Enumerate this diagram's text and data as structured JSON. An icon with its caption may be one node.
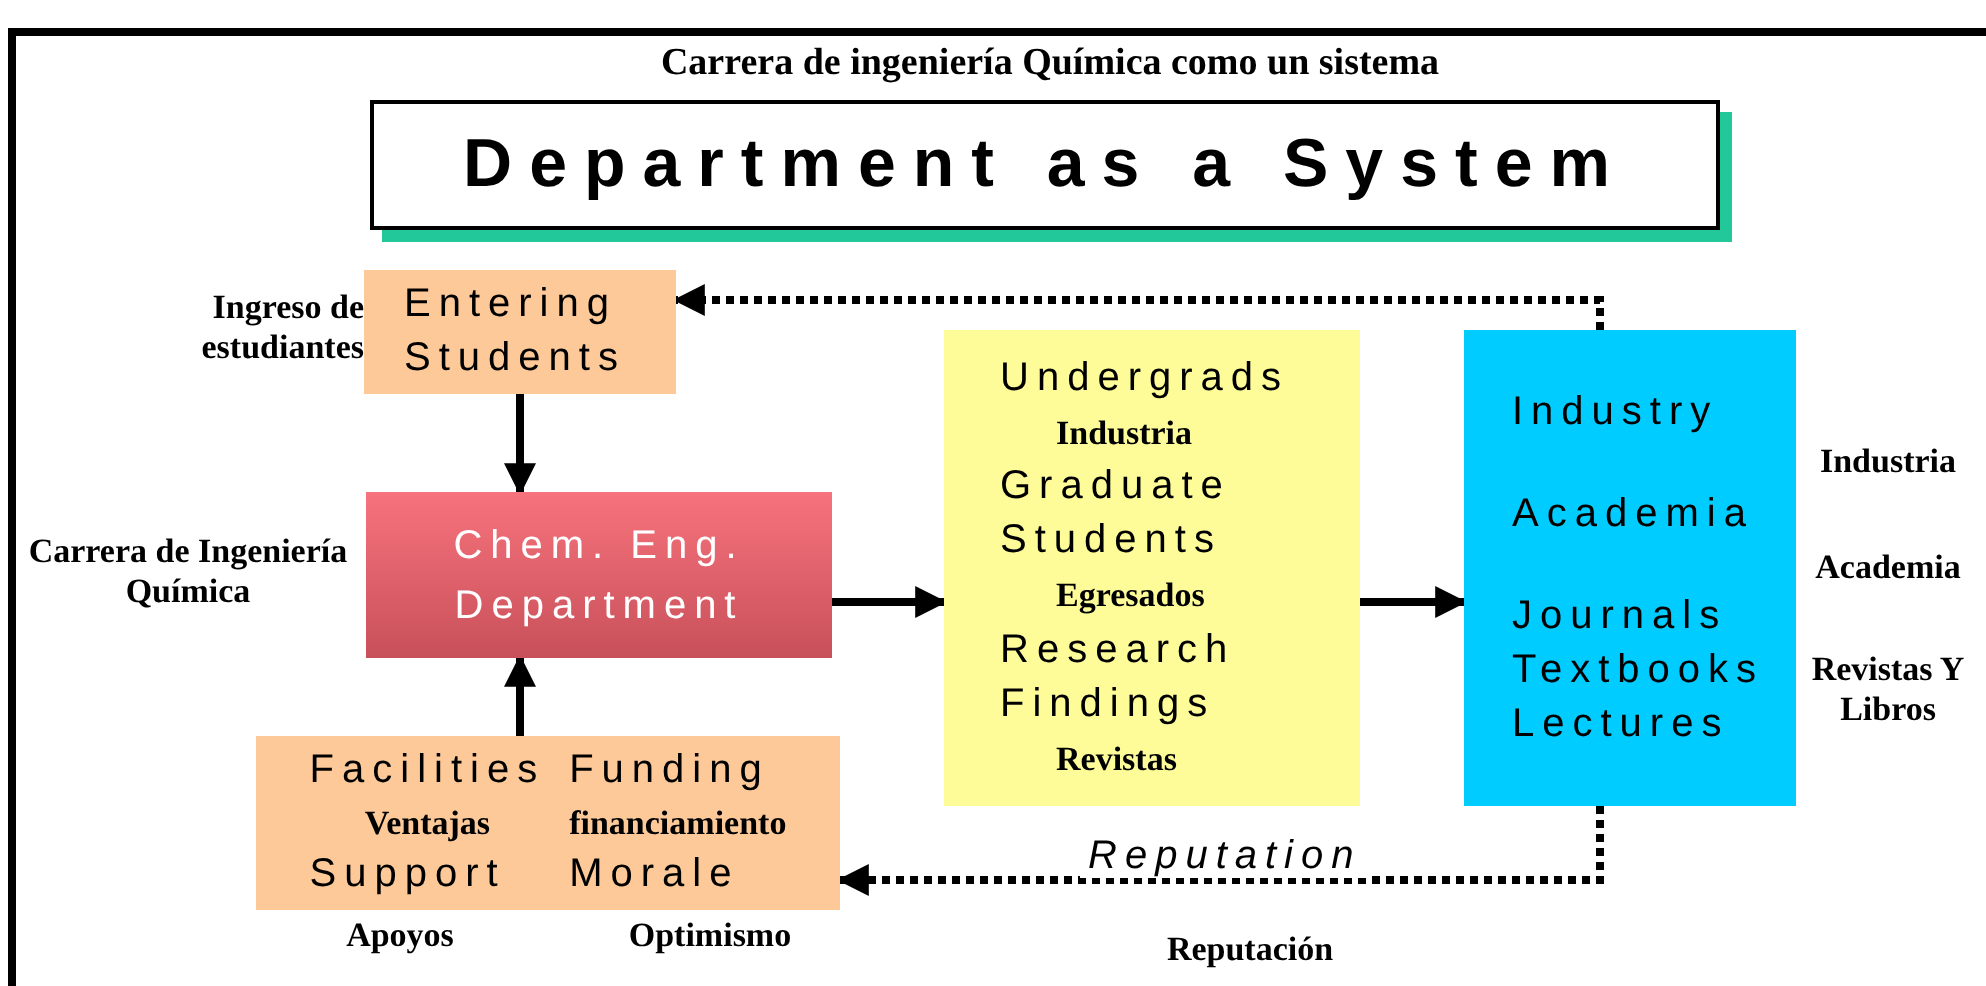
{
  "diagram": {
    "title": "Carrera de ingeniería Química como un sistema",
    "nodes": [
      {
        "text": [
          "Department as a System"
        ]
      },
      {
        "text": [
          "Entering Students"
        ],
        "beside": [
          "Ingreso de estudiantes"
        ]
      },
      {
        "text": [
          "Chem. Eng. Department"
        ],
        "beside": [
          "Carrera de Ingeniería Química"
        ]
      },
      {
        "text": [
          "Facilities",
          "Funding",
          "Ventajas",
          "financiamiento",
          "Support",
          "Morale"
        ],
        "beside": [
          "Apoyos",
          "Optimismo"
        ]
      },
      {
        "text": [
          "Undergrads",
          "Industria",
          "Graduate Students",
          "Egresados",
          "Research Findings",
          "Revistas"
        ]
      },
      {
        "text": [
          "Industry",
          "Academia",
          "Journals Textbooks Lectures"
        ],
        "beside": [
          "Industria",
          "Academia",
          "Revistas Y Libros"
        ]
      }
    ],
    "edges": [
      {
        "from": 1,
        "to": 2,
        "arrow": "to"
      },
      {
        "from": 3,
        "to": 2,
        "arrow": "to"
      },
      {
        "from": 2,
        "to": 4,
        "arrow": "to"
      },
      {
        "from": 4,
        "to": 5,
        "arrow": "to"
      },
      {
        "from": 5,
        "to": 1,
        "arrow": "to",
        "style": "dashed"
      },
      {
        "from": 5,
        "to": 3,
        "arrow": "to",
        "style": "dashed",
        "label": "Reputation"
      }
    ],
    "labels": [
      "Reputación"
    ]
  }
}
